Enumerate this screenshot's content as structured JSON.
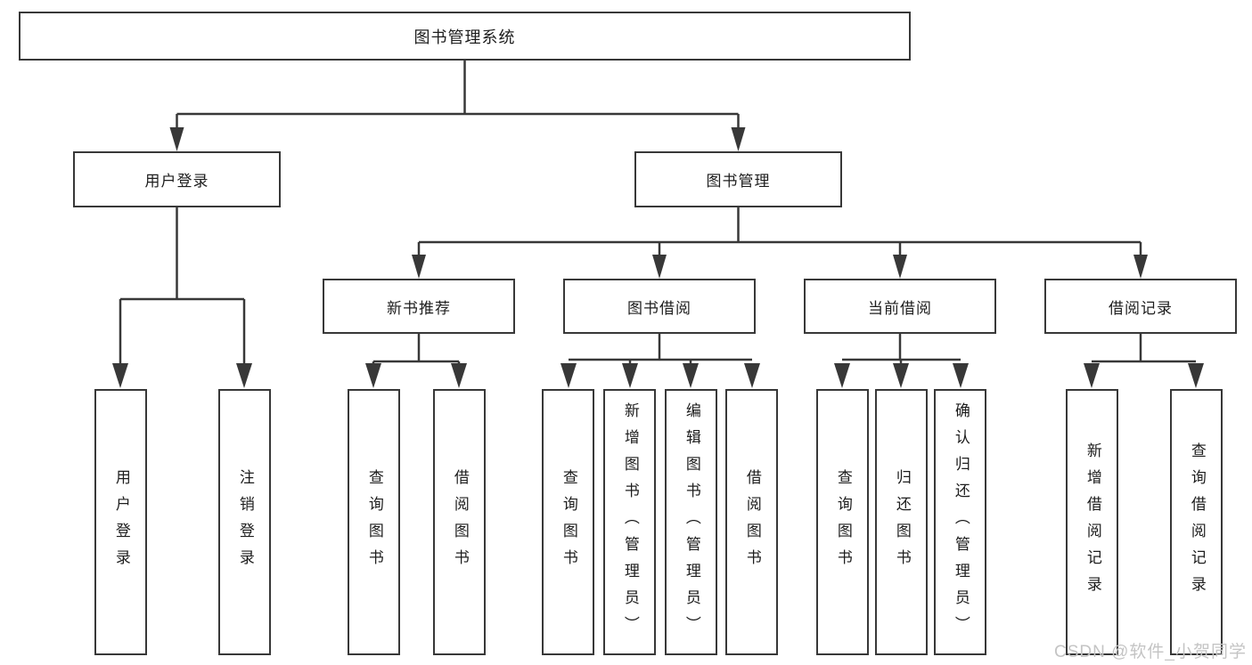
{
  "diagram": {
    "root_label": "图书管理系统",
    "user_login": {
      "label": "用户登录",
      "children": [
        "用户登录",
        "注销登录"
      ]
    },
    "book_management": {
      "label": "图书管理",
      "sections": [
        {
          "label": "新书推荐",
          "children": [
            "查询图书",
            "借阅图书"
          ]
        },
        {
          "label": "图书借阅",
          "children": [
            "查询图书",
            "新增图书（管理员）",
            "编辑图书（管理员）",
            "借阅图书"
          ]
        },
        {
          "label": "当前借阅",
          "children": [
            "查询图书",
            "归还图书",
            "确认归还（管理员）"
          ]
        },
        {
          "label": "借阅记录",
          "children": [
            "新增借阅记录",
            "查询借阅记录"
          ]
        }
      ]
    }
  },
  "watermark": {
    "text": "CSDN @软件_小贺同学"
  },
  "colors": {
    "line": "#383838",
    "box_border": "#383838",
    "text": "#1d1d1d",
    "watermark": "#c4c4c4",
    "background": "#ffffff"
  }
}
